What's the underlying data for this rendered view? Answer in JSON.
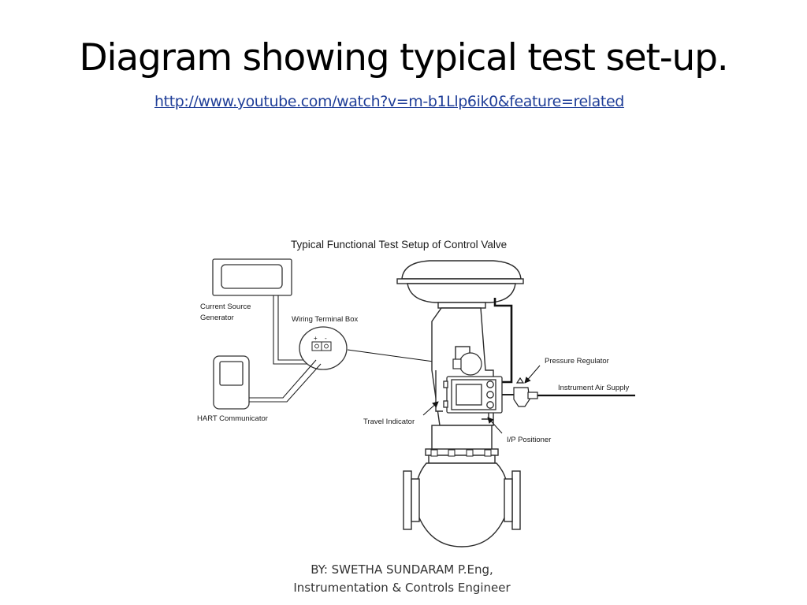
{
  "slide": {
    "title": "Diagram showing typical test set-up.",
    "link": "http://www.youtube.com/watch?v=m-b1Llp6ik0&feature=related"
  },
  "diagram": {
    "title": "Typical Functional Test Setup of Control Valve",
    "labels": {
      "current_source_line1": "Current Source",
      "current_source_line2": "Generator",
      "wiring_terminal_box": "Wiring Terminal Box",
      "hart_communicator": "HART Communicator",
      "travel_indicator": "Travel Indicator",
      "ip_positioner": "I/P Positioner",
      "pressure_regulator": "Pressure Regulator",
      "instrument_air_supply": "Instrument Air Supply",
      "terminal_plus": "+",
      "terminal_minus": "-"
    }
  },
  "footer": {
    "line1": "BY: SWETHA SUNDARAM P.Eng,",
    "line2": "Instrumentation & Controls Engineer"
  }
}
